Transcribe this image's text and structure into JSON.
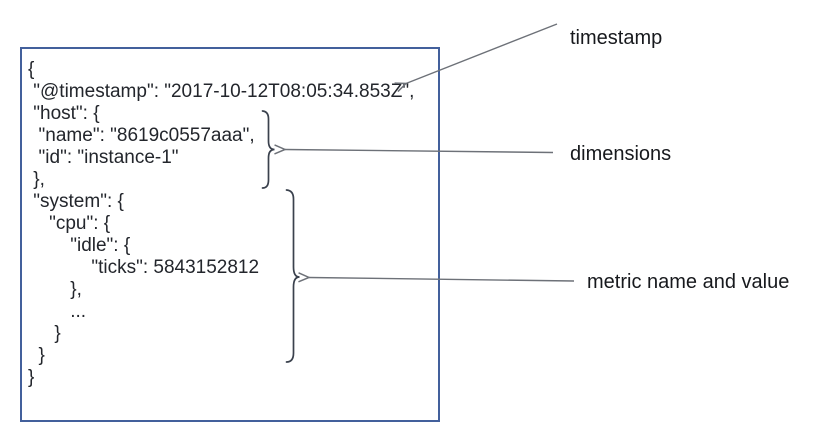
{
  "diagram": {
    "document": {
      "description": "example-metric-event-json",
      "lines": [
        "{",
        " \"@timestamp\": \"2017-10-12T08:05:34.853Z\",",
        " \"host\": {",
        "  \"name\": \"8619c0557aaa\",",
        "  \"id\": \"instance-1\"",
        " },",
        " \"system\": {",
        "    \"cpu\": {",
        "        \"idle\": {",
        "            \"ticks\": 5843152812",
        "        },",
        "        ...",
        "     }",
        "  }",
        "}"
      ]
    },
    "annotations": {
      "timestamp": {
        "label": "timestamp"
      },
      "dimensions": {
        "label": "dimensions"
      },
      "metric": {
        "label": "metric name and value"
      }
    }
  },
  "colors": {
    "box_border": "#43609c",
    "code_text": "#23262c",
    "label_text": "#17191d",
    "leader_line": "#6d7178",
    "brace": "#3a414d"
  }
}
